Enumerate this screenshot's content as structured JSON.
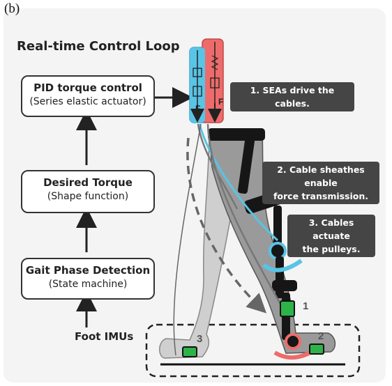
{
  "figure": {
    "label": "(b)"
  },
  "diagram": {
    "title": "Real-time Control Loop",
    "blocks": [
      {
        "main": "PID torque control",
        "sub": "(Series elastic actuator)"
      },
      {
        "main": "Desired Torque",
        "sub": "(Shape function)"
      },
      {
        "main": "Gait Phase Detection",
        "sub": "(State machine)"
      }
    ],
    "foot_imus_label": "Foot IMUs",
    "callouts": [
      {
        "lines": [
          "1. SEAs drive the cables."
        ]
      },
      {
        "lines": [
          "2. Cable sheathes enable",
          "force transmission."
        ]
      },
      {
        "lines": [
          "3. Cables actuate",
          "the pulleys."
        ]
      }
    ],
    "force_labels": [
      "F",
      "F"
    ],
    "sensor_numbers": [
      "1",
      "2",
      "3"
    ],
    "colors": {
      "sea_blue": "#58c4e6",
      "sea_red": "#ee6b6b",
      "callout_bg": "#454545",
      "sensor_green": "#2eb34a"
    }
  }
}
